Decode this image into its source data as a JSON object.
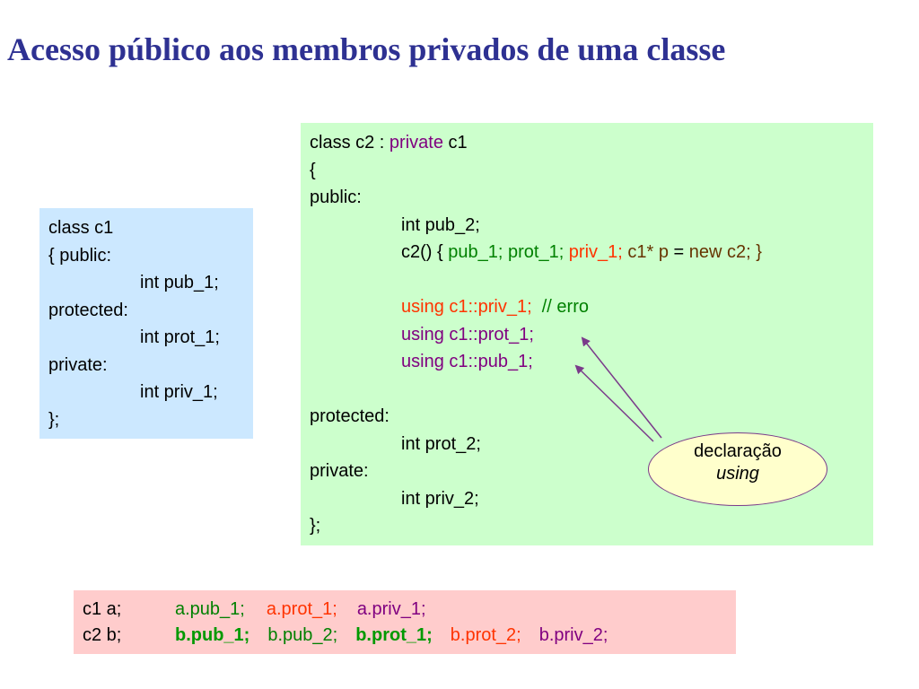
{
  "title": "Acesso público aos membros privados de uma classe",
  "c1": {
    "l1": "class c1",
    "l2": "{ public:",
    "l3": "int pub_1;",
    "l4": "protected:",
    "l5": "int prot_1;",
    "l6": "private:",
    "l7": "int priv_1;",
    "l8": "};"
  },
  "c2": {
    "l1a": "class c2 : ",
    "l1b": "private",
    "l1c": " c1",
    "l2": "{",
    "l3": "public:",
    "l4": "int pub_2;",
    "l5a": "c2() { ",
    "l5b": "pub_1; prot_1;",
    "l5c": " priv_1;",
    "l5d": " c1* p",
    "l5e": " = ",
    "l5f": "new c2; }",
    "l6a": "using c1::priv_1;",
    "l6b": "  // erro",
    "l7": "using c1::prot_1;",
    "l8": "using c1::pub_1;",
    "l9": "protected:",
    "l10": "int prot_2;",
    "l11": "private:",
    "l12": "int priv_2;",
    "l13": "};"
  },
  "bubble": {
    "line1": "declaração",
    "line2": "using"
  },
  "usage": {
    "r1a": "c1 a;",
    "r1b": "a.pub_1;",
    "r1c": "a.prot_1;",
    "r1d": "a.priv_1;",
    "r2a": "c2 b;",
    "r2b": "b.pub_1;",
    "r2c": "b.pub_2;",
    "r2d": "b.prot_1;",
    "r2e": "b.prot_2;",
    "r2f": "b.priv_2;"
  },
  "colors": {
    "title": "#2e3192",
    "c1_box": "#cce8ff",
    "c2_box": "#ccffcc",
    "usage_box": "#ffcccc",
    "bubble": "#ffffcc",
    "purple": "#800080",
    "green": "#008000",
    "red": "#ff3300"
  }
}
